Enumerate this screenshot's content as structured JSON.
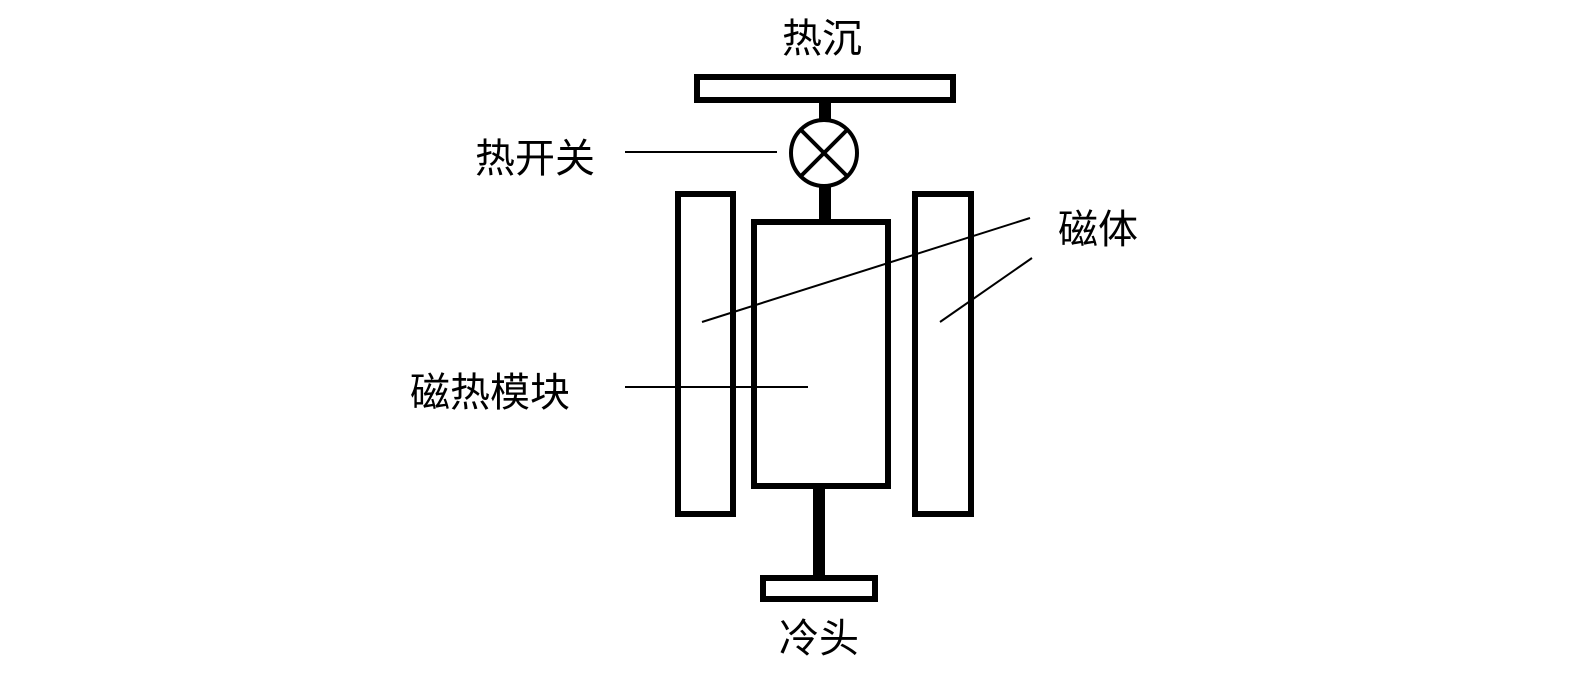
{
  "labels": {
    "heat_sink": "热沉",
    "thermal_switch": "热开关",
    "magnet": "磁体",
    "magnetocaloric_module": "磁热模块",
    "cold_head": "冷头"
  },
  "colors": {
    "stroke": "#000000",
    "background": "#ffffff"
  }
}
